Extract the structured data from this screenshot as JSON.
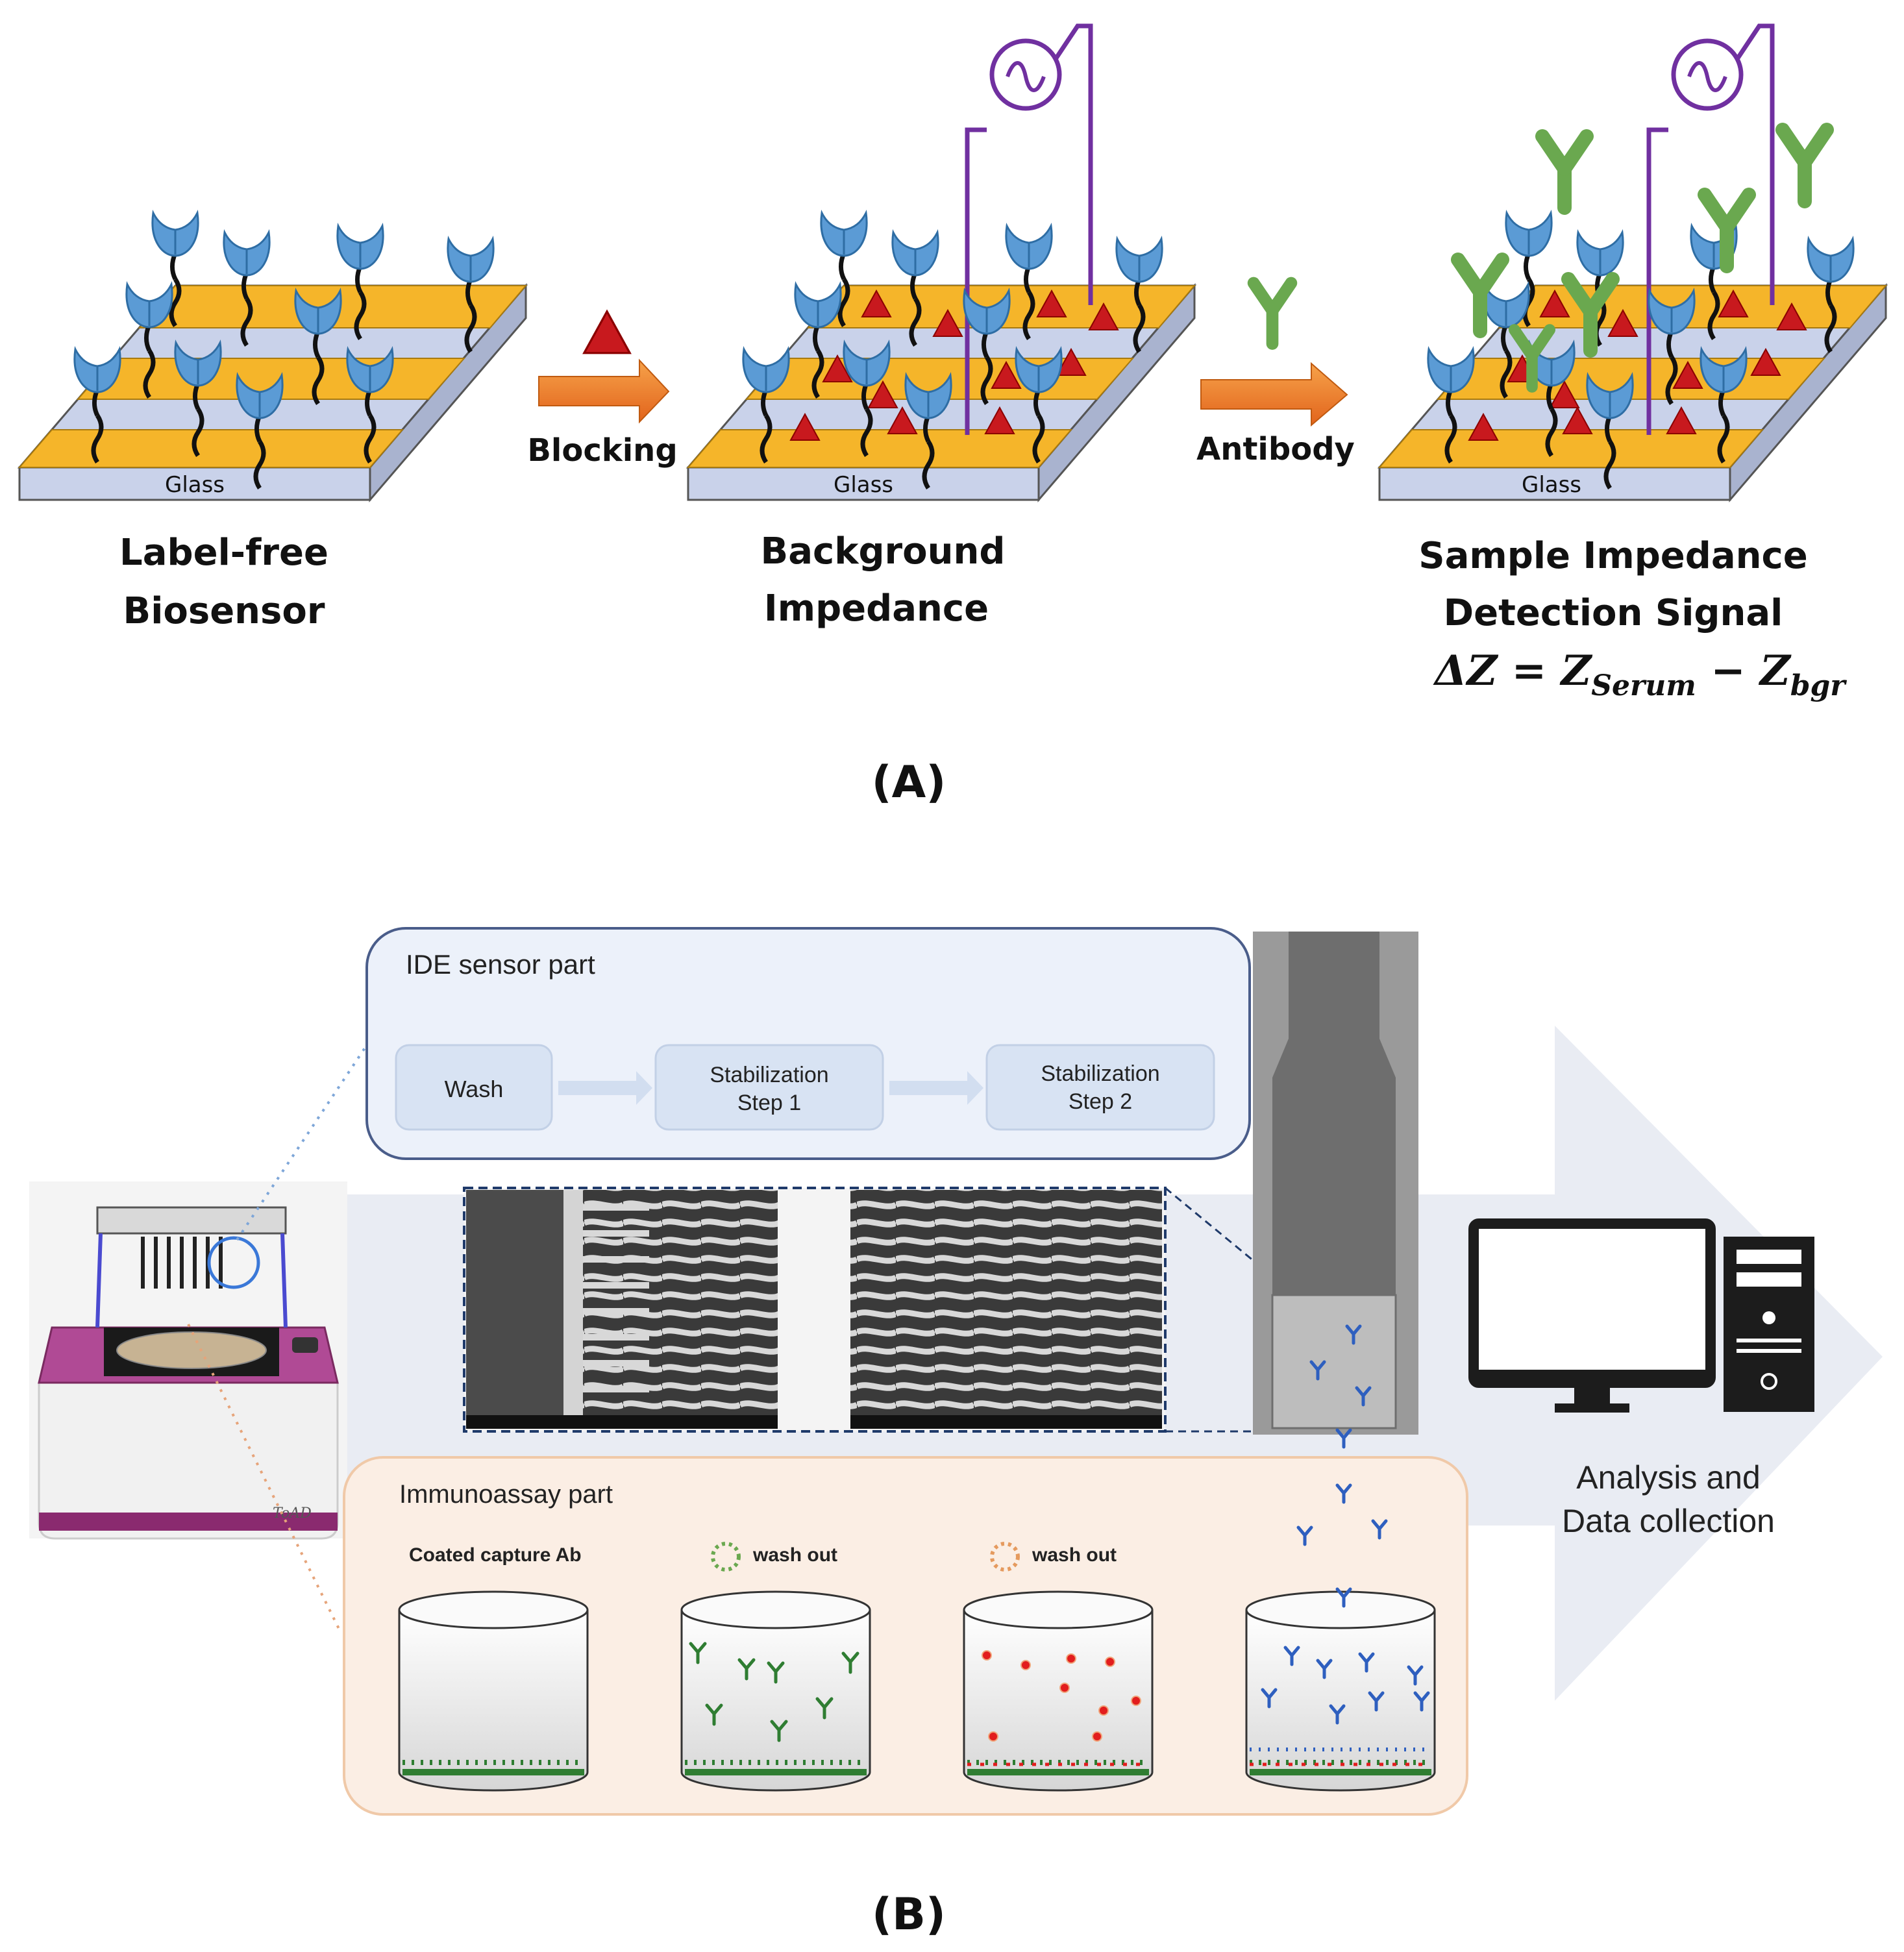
{
  "panel_a": {
    "stage1_label": [
      "Label-free",
      "Biosensor"
    ],
    "stage2_label": [
      "Background",
      "Impedance"
    ],
    "stage3_label": [
      "Sample Impedance",
      "Detection Signal"
    ],
    "formula": {
      "lhs": "ΔZ = Z",
      "sub1": "Serum",
      "mid": " − Z",
      "sub2": "bgr"
    },
    "glass_label": "Glass",
    "arrow1_label": "Blocking",
    "arrow2_label": "Antibody",
    "caption": "(A)",
    "colors": {
      "receptor": "#5b9bd5",
      "gold": "#f5b52a",
      "glass": "#c9d2ea",
      "blocker": "#c8191e",
      "antibody": "#6aa84f",
      "circuit": "#7030a0",
      "arrow": "#ed7d31"
    }
  },
  "panel_b": {
    "ide_title": "IDE sensor part",
    "steps": [
      "Wash",
      [
        "Stabilization",
        "Step 1"
      ],
      [
        "Stabilization",
        "Step 2"
      ]
    ],
    "immuno_title": "Immunoassay part",
    "well1_label": "Coated capture Ab",
    "well2_label": "wash out",
    "well3_label": "wash out",
    "device_brand": "ToAD",
    "analysis_label": [
      "Analysis and",
      "Data collection"
    ],
    "caption": "(B)"
  }
}
